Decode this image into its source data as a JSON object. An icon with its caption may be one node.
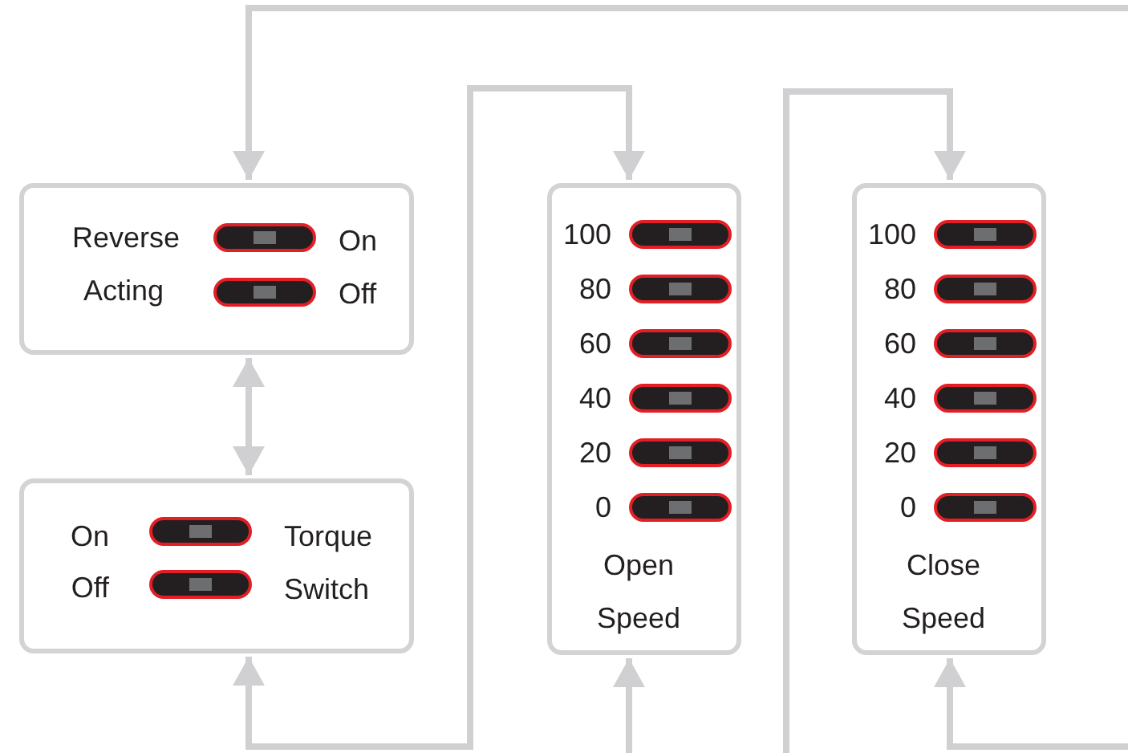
{
  "diagram": {
    "nodes": [
      {
        "text": [
          "Reverse",
          "On",
          "Acting",
          "Off"
        ]
      },
      {
        "text": [
          "On",
          "Torque",
          "Off",
          "Switch"
        ]
      },
      {
        "text": [
          "100",
          "80",
          "60",
          "40",
          "20",
          "0",
          "Open Speed"
        ]
      },
      {
        "text": [
          "100",
          "80",
          "60",
          "40",
          "20",
          "0",
          "Close Speed"
        ]
      }
    ],
    "edges": [
      {
        "from": null,
        "to": 0,
        "arrow": "to"
      },
      {
        "from": 0,
        "to": 1,
        "arrow": "both"
      },
      {
        "from": 1,
        "to": 2,
        "arrow": "both"
      },
      {
        "from": null,
        "to": 2,
        "arrow": "to"
      },
      {
        "from": null,
        "to": 3,
        "arrow": "to"
      },
      {
        "from": null,
        "to": 3,
        "arrow": "to"
      }
    ]
  }
}
